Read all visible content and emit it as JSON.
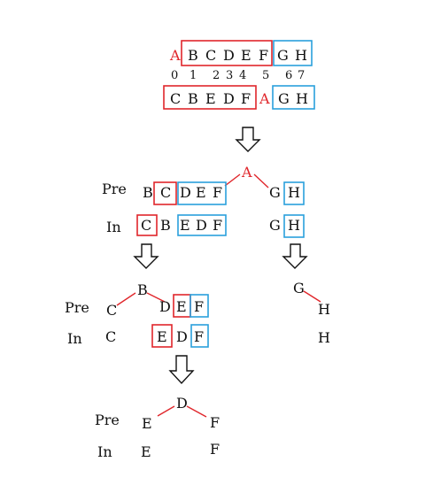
{
  "sequence": {
    "root": "A",
    "left_part": [
      "B",
      "C",
      "D",
      "E",
      "F"
    ],
    "right_part": [
      "G",
      "H"
    ],
    "indices": [
      "0",
      "1",
      "2",
      "3",
      "4",
      "5",
      "6",
      "7"
    ]
  },
  "inorder": {
    "left_part": [
      "C",
      "B",
      "E",
      "D",
      "F"
    ],
    "root": "A",
    "right_part": [
      "G",
      "H"
    ]
  },
  "labels": {
    "pre": "Pre",
    "in": "In"
  },
  "level1": {
    "root": "A",
    "left_pre": [
      "B",
      "C",
      "D",
      "E",
      "F"
    ],
    "right_pre": [
      "G",
      "H"
    ],
    "left_in": [
      "C",
      "B",
      "E",
      "D",
      "F"
    ],
    "right_in": [
      "G",
      "H"
    ]
  },
  "level2_left": {
    "root": "B",
    "left_pre": "C",
    "right_pre": [
      "D",
      "E",
      "F"
    ],
    "left_in": "C",
    "right_in": [
      "E",
      "D",
      "F"
    ]
  },
  "level2_right": {
    "root": "G",
    "child": "H",
    "in": "H"
  },
  "level3": {
    "root": "D",
    "left_pre": "E",
    "right_pre": "F",
    "left_in": "E",
    "right_in": "F"
  },
  "colors": {
    "left_subtree": "#e0262b",
    "right_subtree": "#2aa0dc",
    "root": "#e0262b"
  },
  "icons": {
    "down_arrow": "down-arrow-icon"
  }
}
